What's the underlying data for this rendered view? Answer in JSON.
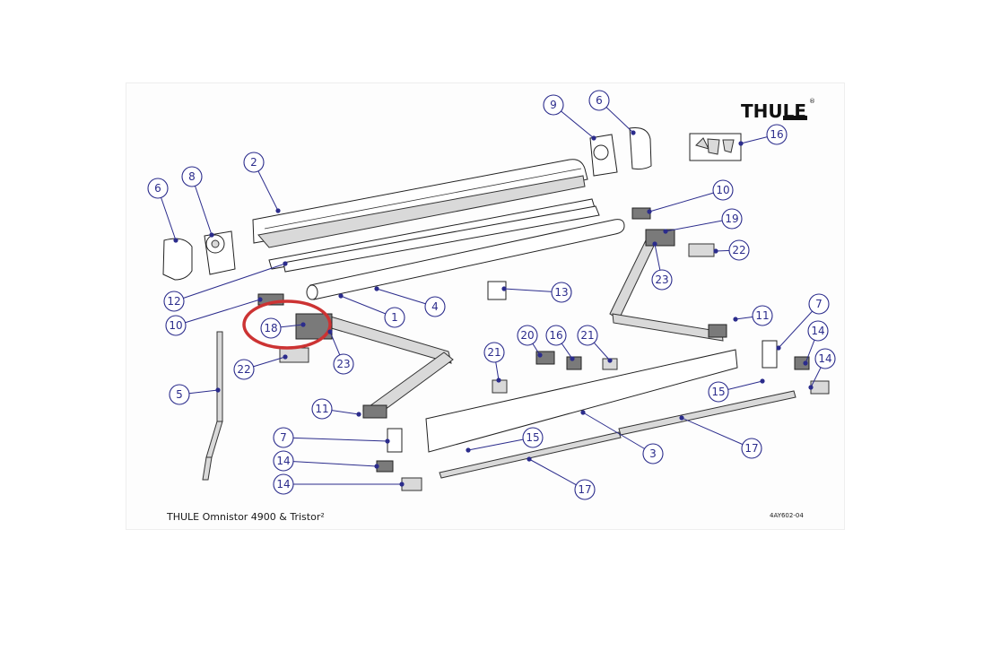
{
  "diagram": {
    "title": "THULE Omnistor 4900 & Tristor²",
    "code": "4AY602-04",
    "brand": "THULE",
    "highlight_color": "#cc3333",
    "callout_color": "#2b2c8c",
    "callouts": [
      "1",
      "2",
      "3",
      "4",
      "5",
      "6",
      "6",
      "7",
      "7",
      "8",
      "9",
      "10",
      "10",
      "11",
      "11",
      "12",
      "13",
      "14",
      "14",
      "14",
      "14",
      "15",
      "15",
      "16",
      "16",
      "17",
      "17",
      "18",
      "19",
      "20",
      "21",
      "21",
      "22",
      "22",
      "23",
      "23"
    ]
  }
}
